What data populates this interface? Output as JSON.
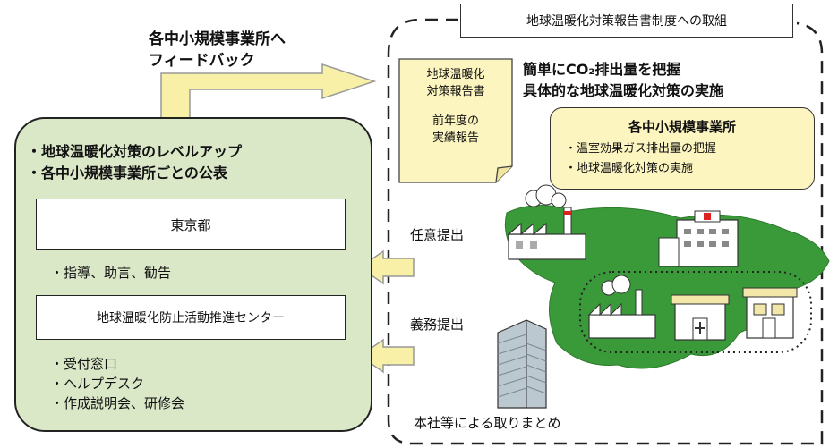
{
  "feedback": {
    "line1": "各中小規模事業所へ",
    "line2": "フィードバック"
  },
  "title_box": "地球温暖化対策報告書制度への取組",
  "headline": {
    "line1": "簡単にCO₂排出量を把握",
    "line2": "具体的な地球温暖化対策の実施"
  },
  "note": {
    "line1": "地球温暖化",
    "line2": "対策報告書",
    "line3": "前年度の",
    "line4": "実績報告"
  },
  "business_box": {
    "title": "各中小規模事業所",
    "item1": "・温室効果ガス排出量の把握",
    "item2": "・地球温暖化対策の実施"
  },
  "left_panel": {
    "bullet1": "・地球温暖化対策のレベルアップ",
    "bullet2": "・各中小規模事業所ごとの公表",
    "tokyo": "東京都",
    "tokyo_actions": "・指導、助言、勧告",
    "center": "地球温暖化防止活動推進センター",
    "center_items": [
      "・受付窓口",
      "・ヘルプデスク",
      "・作成説明会、研修会"
    ]
  },
  "voluntary": "任意提出",
  "mandatory": "義務提出",
  "headoffice": "本社等による取りまとめ",
  "colors": {
    "panel_green": "#dbe8c8",
    "map_green": "#3a9a3a",
    "arrow_yellow": "#f7f0a6",
    "note_yellow": "#fdf5c0"
  }
}
